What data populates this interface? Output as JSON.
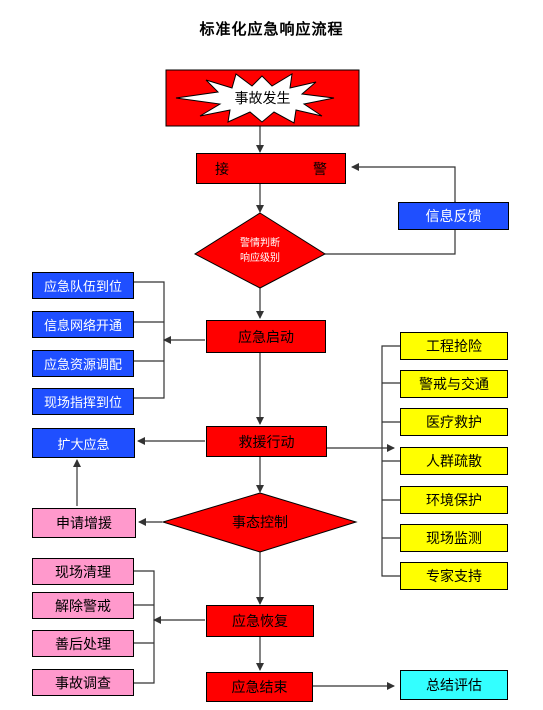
{
  "title": "标准化应急响应流程",
  "nodes": {
    "incident": "事故发生",
    "alarm_left": "接",
    "alarm_right": "警",
    "feedback": "信息反馈",
    "judge_line1": "警情判断",
    "judge_line2": "响应级别",
    "start": "应急启动",
    "rescue": "救援行动",
    "expand": "扩大应急",
    "control": "事态控制",
    "request": "申请增援",
    "recover": "应急恢复",
    "end": "应急结束",
    "summary": "总结评估"
  },
  "blue_items": [
    "应急队伍到位",
    "信息网络开通",
    "应急资源调配",
    "现场指挥到位"
  ],
  "yellow_items": [
    "工程抢险",
    "警戒与交通",
    "医疗救护",
    "人群疏散",
    "环境保护",
    "现场监测",
    "专家支持"
  ],
  "pink_items": [
    "现场清理",
    "解除警戒",
    "善后处理",
    "事故调查"
  ]
}
